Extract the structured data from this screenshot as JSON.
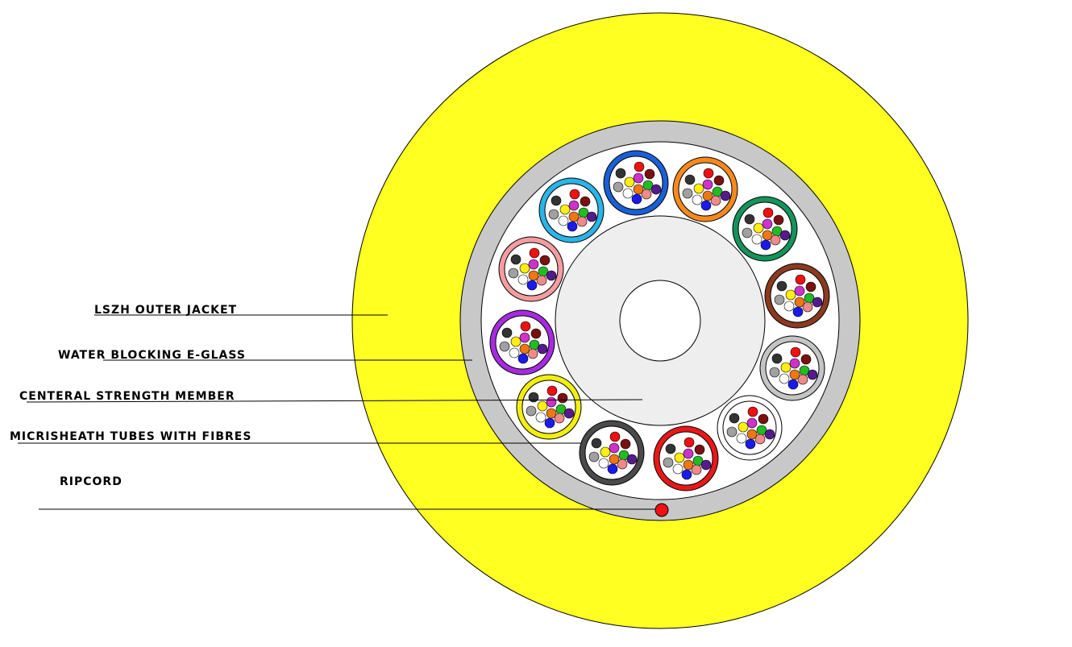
{
  "labels": {
    "outer_jacket": "LSZH OUTER JACKET",
    "water_blocking": "WATER BLOCKING E-GLASS",
    "strength_member": "CENTERAL STRENGTH MEMBER",
    "tubes": "MICRISHEATH TUBES WITH FIBRES",
    "ripcord": "RIPCORD"
  },
  "colors": {
    "jacket": "#ffff22",
    "eglass": "#c8c8c8",
    "filler": "#ffffff",
    "strength": "#eeeeee",
    "ripcord": "#ee1111",
    "outline": "#000000"
  },
  "tubes": [
    {
      "name": "blue",
      "ring": "#1a5fd6"
    },
    {
      "name": "orange",
      "ring": "#f5891f"
    },
    {
      "name": "green",
      "ring": "#14935a"
    },
    {
      "name": "brown",
      "ring": "#8b3a1f"
    },
    {
      "name": "slate",
      "ring": "#c4c4c4"
    },
    {
      "name": "white",
      "ring": "#ffffff"
    },
    {
      "name": "red",
      "ring": "#e81818"
    },
    {
      "name": "black",
      "ring": "#4a4a4a"
    },
    {
      "name": "yellow",
      "ring": "#f2ee10"
    },
    {
      "name": "violet",
      "ring": "#a62be0"
    },
    {
      "name": "rose",
      "ring": "#f49ca0"
    },
    {
      "name": "aqua",
      "ring": "#2ab4e8"
    }
  ],
  "fibres": [
    {
      "name": "red",
      "color": "#ee1111"
    },
    {
      "name": "maroon",
      "color": "#7a1010"
    },
    {
      "name": "green",
      "color": "#22bb22"
    },
    {
      "name": "violet",
      "color": "#551a8b"
    },
    {
      "name": "rose",
      "color": "#f08a8a"
    },
    {
      "name": "blue",
      "color": "#1a1aee"
    },
    {
      "name": "white",
      "color": "#ffffff"
    },
    {
      "name": "slate",
      "color": "#a0a0a0"
    },
    {
      "name": "black",
      "color": "#333333"
    },
    {
      "name": "yellow",
      "color": "#ffee11"
    },
    {
      "name": "magenta",
      "color": "#cc33cc"
    },
    {
      "name": "orange",
      "color": "#ee7711"
    }
  ]
}
